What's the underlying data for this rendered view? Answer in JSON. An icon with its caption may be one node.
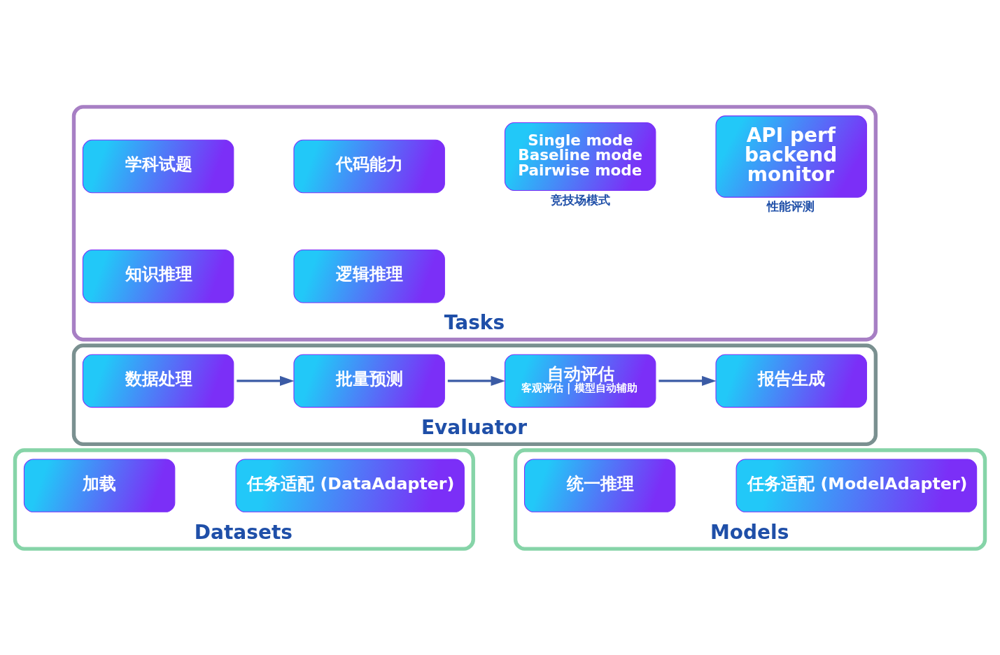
{
  "diagram": {
    "nodes": [
      {
        "text": [
          "Tasks"
        ]
      },
      {
        "text": [
          "学科试题"
        ],
        "in": 0
      },
      {
        "text": [
          "代码能力"
        ],
        "in": 0
      },
      {
        "text": [
          "Single mode",
          "Baseline mode",
          "Pairwise mode"
        ],
        "in": 0,
        "beside": [
          "竞技场模式"
        ]
      },
      {
        "text": [
          "API perf",
          "backend",
          "monitor"
        ],
        "in": 0,
        "beside": [
          "性能评测"
        ]
      },
      {
        "text": [
          "知识推理"
        ],
        "in": 0
      },
      {
        "text": [
          "逻辑推理"
        ],
        "in": 0
      },
      {
        "text": [
          "Evaluator"
        ]
      },
      {
        "text": [
          "数据处理"
        ],
        "in": 7
      },
      {
        "text": [
          "批量预测"
        ],
        "in": 7
      },
      {
        "text": [
          "自动评估",
          "客观评估 | 模型自动辅助"
        ],
        "in": 7
      },
      {
        "text": [
          "报告生成"
        ],
        "in": 7
      },
      {
        "text": [
          "Datasets"
        ]
      },
      {
        "text": [
          "加载"
        ],
        "in": 12
      },
      {
        "text": [
          "任务适配 (DataAdapter)"
        ],
        "in": 12
      },
      {
        "text": [
          "Models"
        ]
      },
      {
        "text": [
          "统一推理"
        ],
        "in": 15
      },
      {
        "text": [
          "任务适配 (ModelAdapter)"
        ],
        "in": 15
      }
    ],
    "edges": [
      {
        "from": 8,
        "to": 9,
        "arrow": "to"
      },
      {
        "from": 9,
        "to": 10,
        "arrow": "to"
      },
      {
        "from": 10,
        "to": 11,
        "arrow": "to"
      }
    ]
  }
}
